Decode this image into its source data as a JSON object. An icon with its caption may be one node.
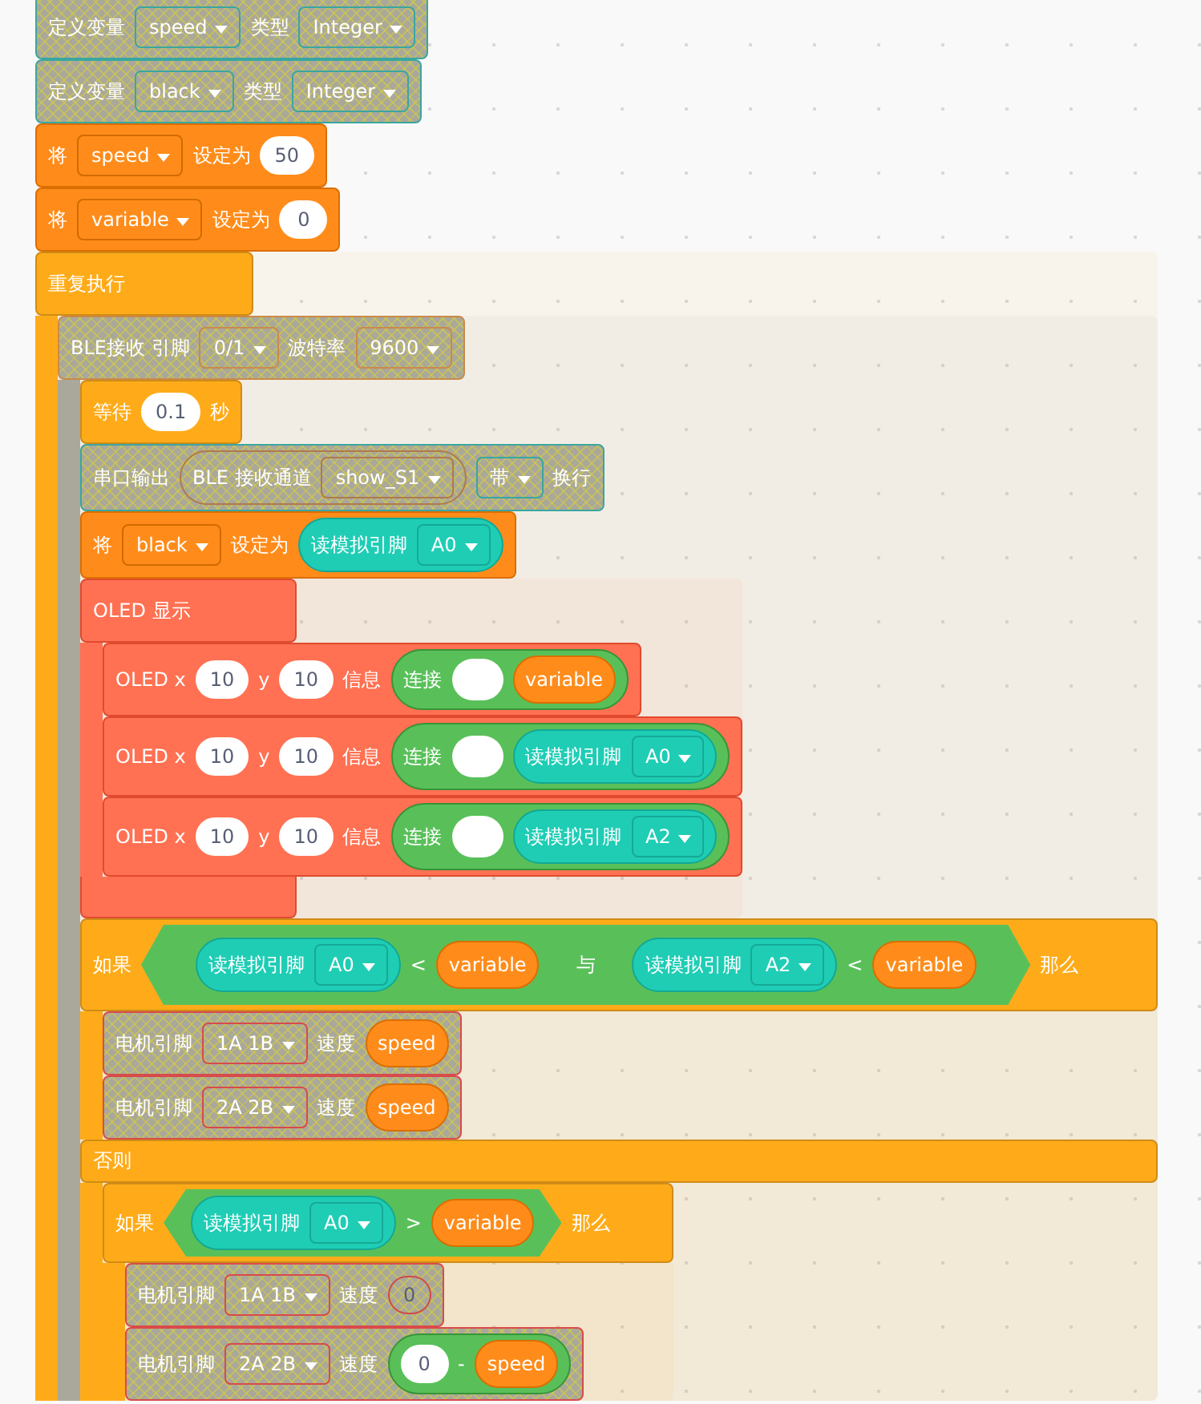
{
  "diagram": {
    "nodes": [
      {
        "text": [
          "定义变量",
          "speed",
          "类型",
          "Integer"
        ]
      },
      {
        "text": [
          "定义变量",
          "black",
          "类型",
          "Integer"
        ]
      },
      {
        "text": [
          "将",
          "speed",
          "设定为",
          "50"
        ]
      },
      {
        "text": [
          "将",
          "variable",
          "设定为",
          "0"
        ]
      },
      {
        "text": [
          "重复执行"
        ]
      },
      {
        "text": [
          "BLE接收 引脚",
          "0/1",
          "波特率",
          "9600"
        ],
        "in": 4
      },
      {
        "text": [
          "等待",
          "0.1",
          "秒"
        ],
        "in": 5
      },
      {
        "text": [
          "串口输出",
          "带",
          "换行"
        ],
        "in": 5
      },
      {
        "text": [
          "BLE 接收通道",
          "show_S1"
        ],
        "in": 7
      },
      {
        "text": [
          "将",
          "black",
          "设定为"
        ],
        "in": 5
      },
      {
        "text": [
          "读模拟引脚",
          "A0"
        ],
        "in": 9
      },
      {
        "text": [
          "OLED 显示"
        ],
        "in": 5
      },
      {
        "text": [
          "OLED x",
          "10",
          "y",
          "10",
          "信息"
        ],
        "in": 11
      },
      {
        "text": [
          "连接"
        ],
        "in": 12
      },
      {
        "text": [
          "variable"
        ],
        "in": 13
      },
      {
        "text": [
          "OLED x",
          "10",
          "y",
          "10",
          "信息"
        ],
        "in": 11
      },
      {
        "text": [
          "连接"
        ],
        "in": 15
      },
      {
        "text": [
          "读模拟引脚",
          "A0"
        ],
        "in": 16
      },
      {
        "text": [
          "OLED x",
          "10",
          "y",
          "10",
          "信息"
        ],
        "in": 11
      },
      {
        "text": [
          "连接"
        ],
        "in": 18
      },
      {
        "text": [
          "读模拟引脚",
          "A2"
        ],
        "in": 19
      },
      {
        "text": [
          "如果",
          "那么",
          "否则"
        ],
        "in": 5
      },
      {
        "text": [
          "与"
        ],
        "in": 21
      },
      {
        "text": [
          "<"
        ],
        "in": 22
      },
      {
        "text": [
          "读模拟引脚",
          "A0"
        ],
        "in": 23
      },
      {
        "text": [
          "variable"
        ],
        "in": 23
      },
      {
        "text": [
          "<"
        ],
        "in": 22
      },
      {
        "text": [
          "读模拟引脚",
          "A2"
        ],
        "in": 26
      },
      {
        "text": [
          "variable"
        ],
        "in": 26
      },
      {
        "text": [
          "电机引脚",
          "1A 1B",
          "速度"
        ],
        "in": 21
      },
      {
        "text": [
          "speed"
        ],
        "in": 29
      },
      {
        "text": [
          "电机引脚",
          "2A 2B",
          "速度"
        ],
        "in": 21
      },
      {
        "text": [
          "speed"
        ],
        "in": 31
      },
      {
        "text": [
          "如果",
          "那么"
        ],
        "in": 21
      },
      {
        "text": [
          ">"
        ],
        "in": 33
      },
      {
        "text": [
          "读模拟引脚",
          "A0"
        ],
        "in": 34
      },
      {
        "text": [
          "variable"
        ],
        "in": 34
      },
      {
        "text": [
          "电机引脚",
          "1A 1B",
          "速度",
          "0"
        ],
        "in": 33
      },
      {
        "text": [
          "电机引脚",
          "2A 2B",
          "速度"
        ],
        "in": 33
      },
      {
        "text": [
          "0",
          "-"
        ],
        "in": 38
      },
      {
        "text": [
          "speed"
        ],
        "in": 39
      }
    ]
  }
}
